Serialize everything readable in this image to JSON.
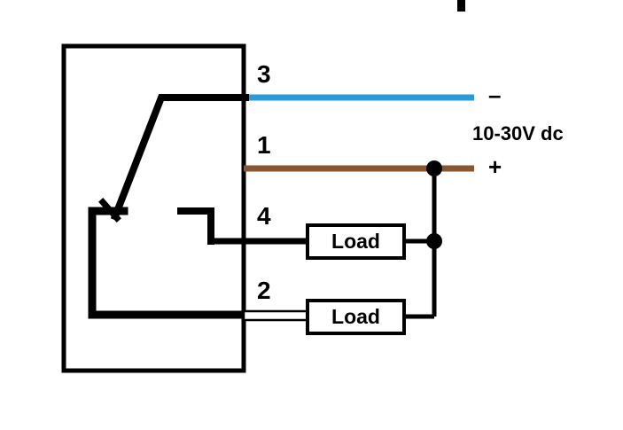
{
  "diagram": {
    "terminals": {
      "t3": "3",
      "t1": "1",
      "t4": "4",
      "t2": "2"
    },
    "power": {
      "minus": "–",
      "voltage": "10-30V dc",
      "plus": "+"
    },
    "loads": {
      "load1": "Load",
      "load2": "Load"
    },
    "colors": {
      "blue_wire": "#2b9bd7",
      "brown_wire": "#8a5632",
      "line": "#000000"
    }
  }
}
